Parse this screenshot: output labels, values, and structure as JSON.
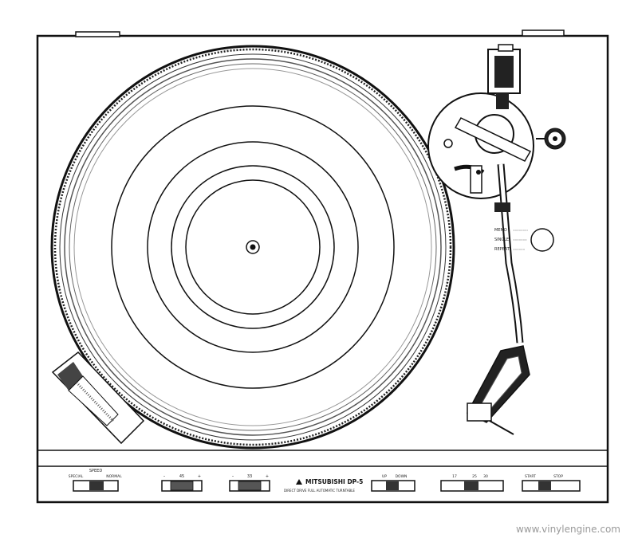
{
  "brand": {
    "name": "MITSUBISHI DP-5",
    "tagline": "DIRECT DRIVE FULL AUTOMATIC TURNTABLE"
  },
  "controls": {
    "speed": {
      "title": "SPEED",
      "left": "SPECIAL",
      "right": "NORMAL"
    },
    "pitch_45": "45",
    "pitch_33": "33",
    "lift": {
      "up": "UP",
      "down": "DOWN"
    },
    "size": [
      "17",
      "25",
      "30"
    ],
    "start_stop": {
      "start": "START",
      "stop": "STOP"
    }
  },
  "repeat_selector": [
    "MEMO",
    "SINGLE",
    "REPEAT"
  ],
  "watermark": "www.vinylengine.com"
}
